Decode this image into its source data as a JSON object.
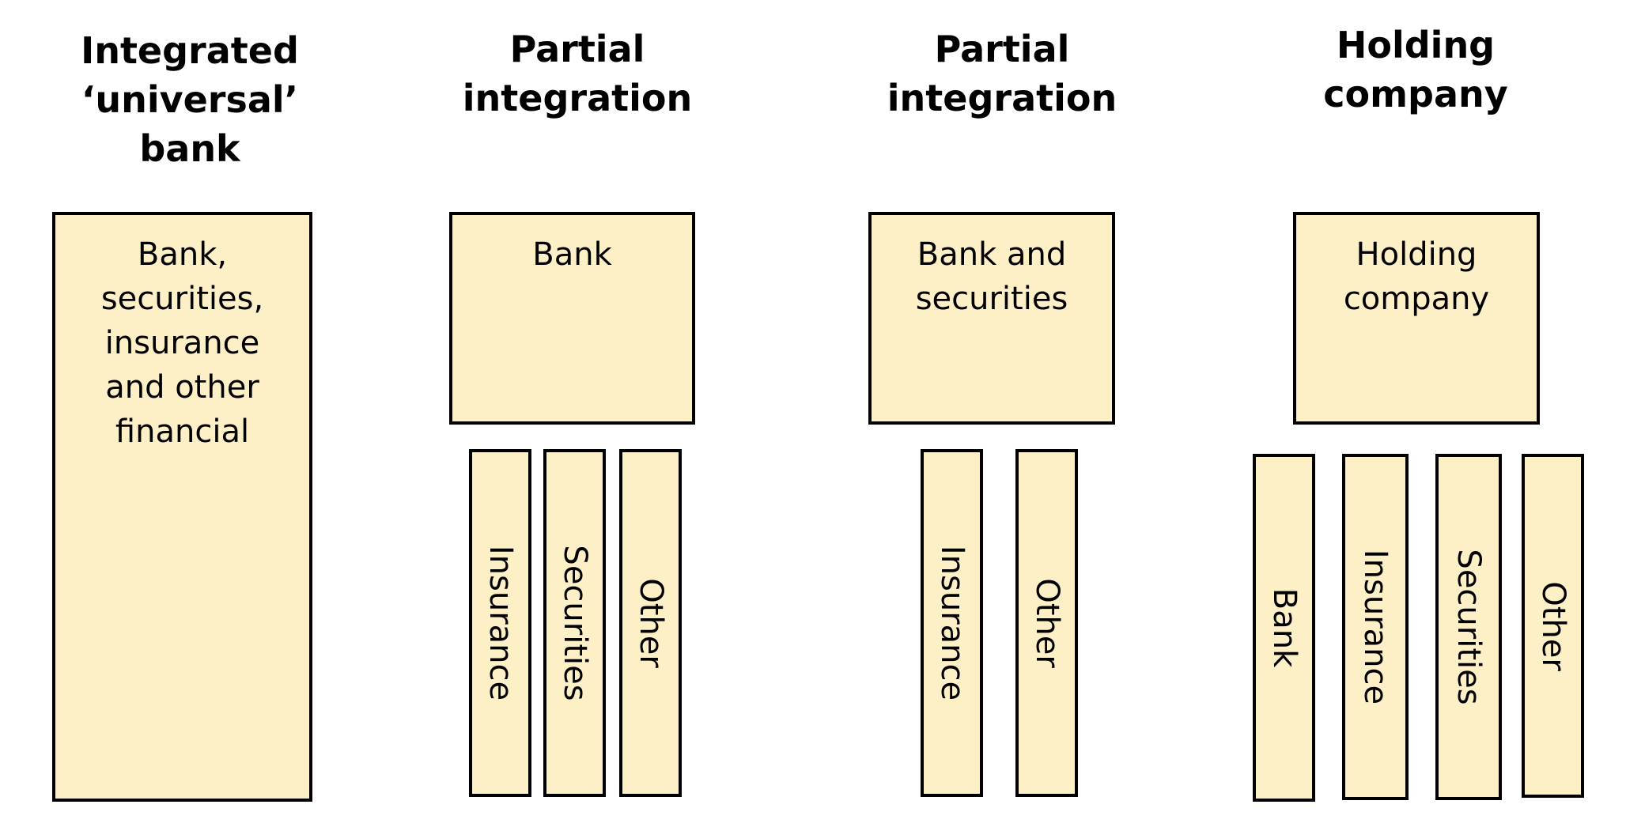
{
  "columns": [
    {
      "title": "Integrated\n‘universal’\nbank",
      "main_box": "Bank,\nsecurities,\ninsurance\nand other\nfinancial",
      "sub_boxes": []
    },
    {
      "title": "Partial\nintegration",
      "main_box": "Bank",
      "sub_boxes": [
        "Insurance",
        "Securities",
        "Other"
      ]
    },
    {
      "title": "Partial\nintegration",
      "main_box": "Bank and\nsecurities",
      "sub_boxes": [
        "Insurance",
        "Other"
      ]
    },
    {
      "title": "Holding\ncompany",
      "main_box": "Holding\ncompany",
      "sub_boxes": [
        "Bank",
        "Insurance",
        "Securities",
        "Other"
      ]
    }
  ],
  "colors": {
    "box_fill": "#fdf0c7",
    "box_border": "#000000",
    "text": "#000000"
  }
}
